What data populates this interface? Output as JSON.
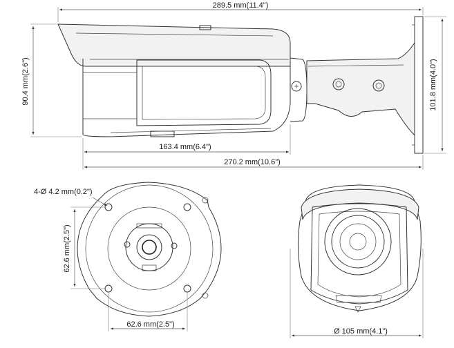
{
  "side_view": {
    "overall_length": "289.5 mm(11.4\")",
    "height": "90.4 mm(2.6\")",
    "lens_hood_length": "163.4 mm(6.4\")",
    "body_length": "270.2 mm(10.6\")",
    "bracket_height": "101.8 mm(4.0\")"
  },
  "mount_view": {
    "hole_spec": "4-Ø 4.2 mm(0.2\")",
    "hole_spacing_vertical": "62.6 mm(2.5\")",
    "hole_spacing_horizontal": "62.6 mm(2.5\")"
  },
  "front_view": {
    "diameter": "Ø 105 mm(4.1\")"
  }
}
